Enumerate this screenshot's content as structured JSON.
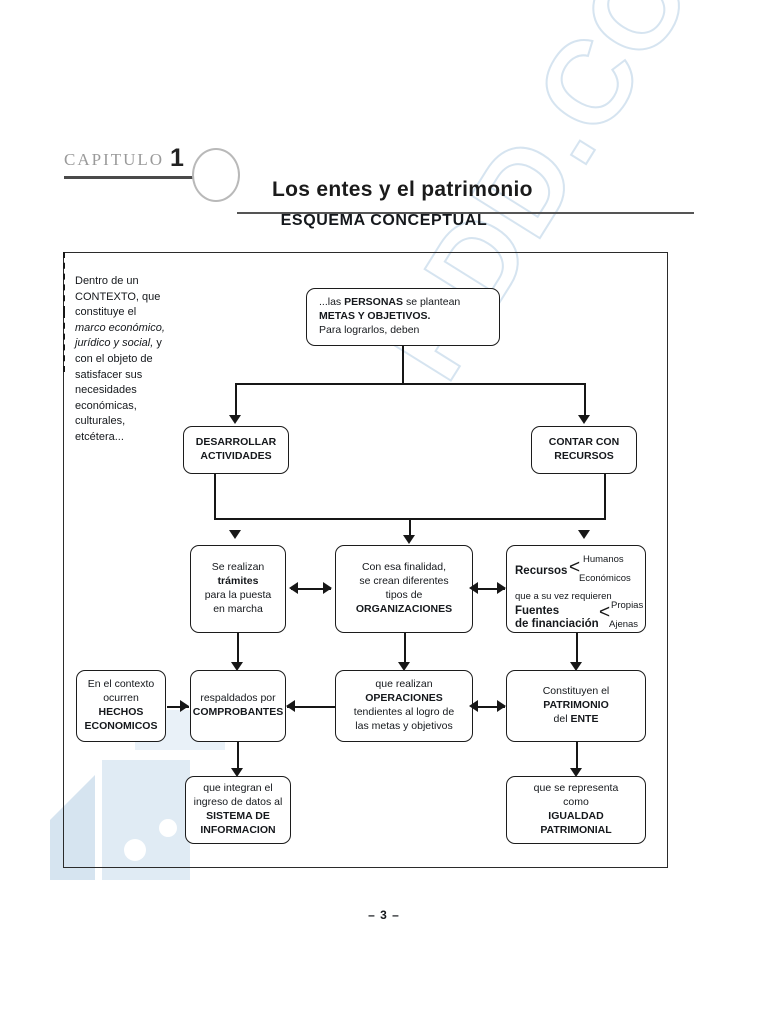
{
  "header": {
    "chapter_label": "CAPITULO",
    "chapter_number": "1",
    "title": "Los entes y el patrimonio"
  },
  "section_title": "ESQUEMA CONCEPTUAL",
  "page_number": "– 3 –",
  "watermark": {
    "text": "PDD.COM"
  },
  "diagram": {
    "context_note": {
      "line1": "Dentro de un",
      "line2": "CONTEXTO, que",
      "line3": "constituye el",
      "line4_italic": "marco económico,",
      "line5_italic": "jurídico y social,",
      "line5_tail": " y",
      "line6": "con el objeto de",
      "line7": "satisfacer sus",
      "line8": "necesidades",
      "line9": "económicas,",
      "line10": "culturales,",
      "line11": "etcétera..."
    },
    "boxes": {
      "personas": {
        "l1a": "...las ",
        "l1b": "PERSONAS",
        "l1c": " se plantean",
        "l2": "METAS Y OBJETIVOS.",
        "l3": "Para lograrlos, deben"
      },
      "desarrollar": {
        "l1": "DESARROLLAR",
        "l2": "ACTIVIDADES"
      },
      "contar": {
        "l1": "CONTAR CON",
        "l2": "RECURSOS"
      },
      "tramites": {
        "l1": "Se realizan",
        "l2": "trámites",
        "l3": "para la puesta",
        "l4": "en marcha"
      },
      "organizaciones": {
        "l1": "Con esa finalidad,",
        "l2": "se crean diferentes",
        "l3": "tipos de",
        "l4": "ORGANIZACIONES"
      },
      "recursos": {
        "title": "Recursos",
        "branch1": "Humanos",
        "branch2": "Económicos",
        "middle": "que a su vez requieren",
        "title2a": "Fuentes",
        "title2b": "de financiación",
        "branch3": "Propias",
        "branch4": "Ajenas"
      },
      "hechos": {
        "l1": "En el contexto",
        "l2": "ocurren",
        "l3": "HECHOS",
        "l4": "ECONOMICOS"
      },
      "comprobantes": {
        "l1": "respaldados por",
        "l2": "COMPROBANTES"
      },
      "operaciones": {
        "l1": "que realizan",
        "l2": "OPERACIONES",
        "l3": "tendientes al logro de",
        "l4": "las metas y objetivos"
      },
      "patrimonio": {
        "l1": "Constituyen el",
        "l2": "PATRIMONIO",
        "l3a": "del ",
        "l3b": "ENTE"
      },
      "sistema": {
        "l1": "que integran el",
        "l2": "ingreso de datos al",
        "l3": "SISTEMA DE",
        "l4": "INFORMACION"
      },
      "igualdad": {
        "l1": "que se representa",
        "l2": "como",
        "l3": "IGUALDAD",
        "l4": "PATRIMONIAL"
      }
    }
  }
}
